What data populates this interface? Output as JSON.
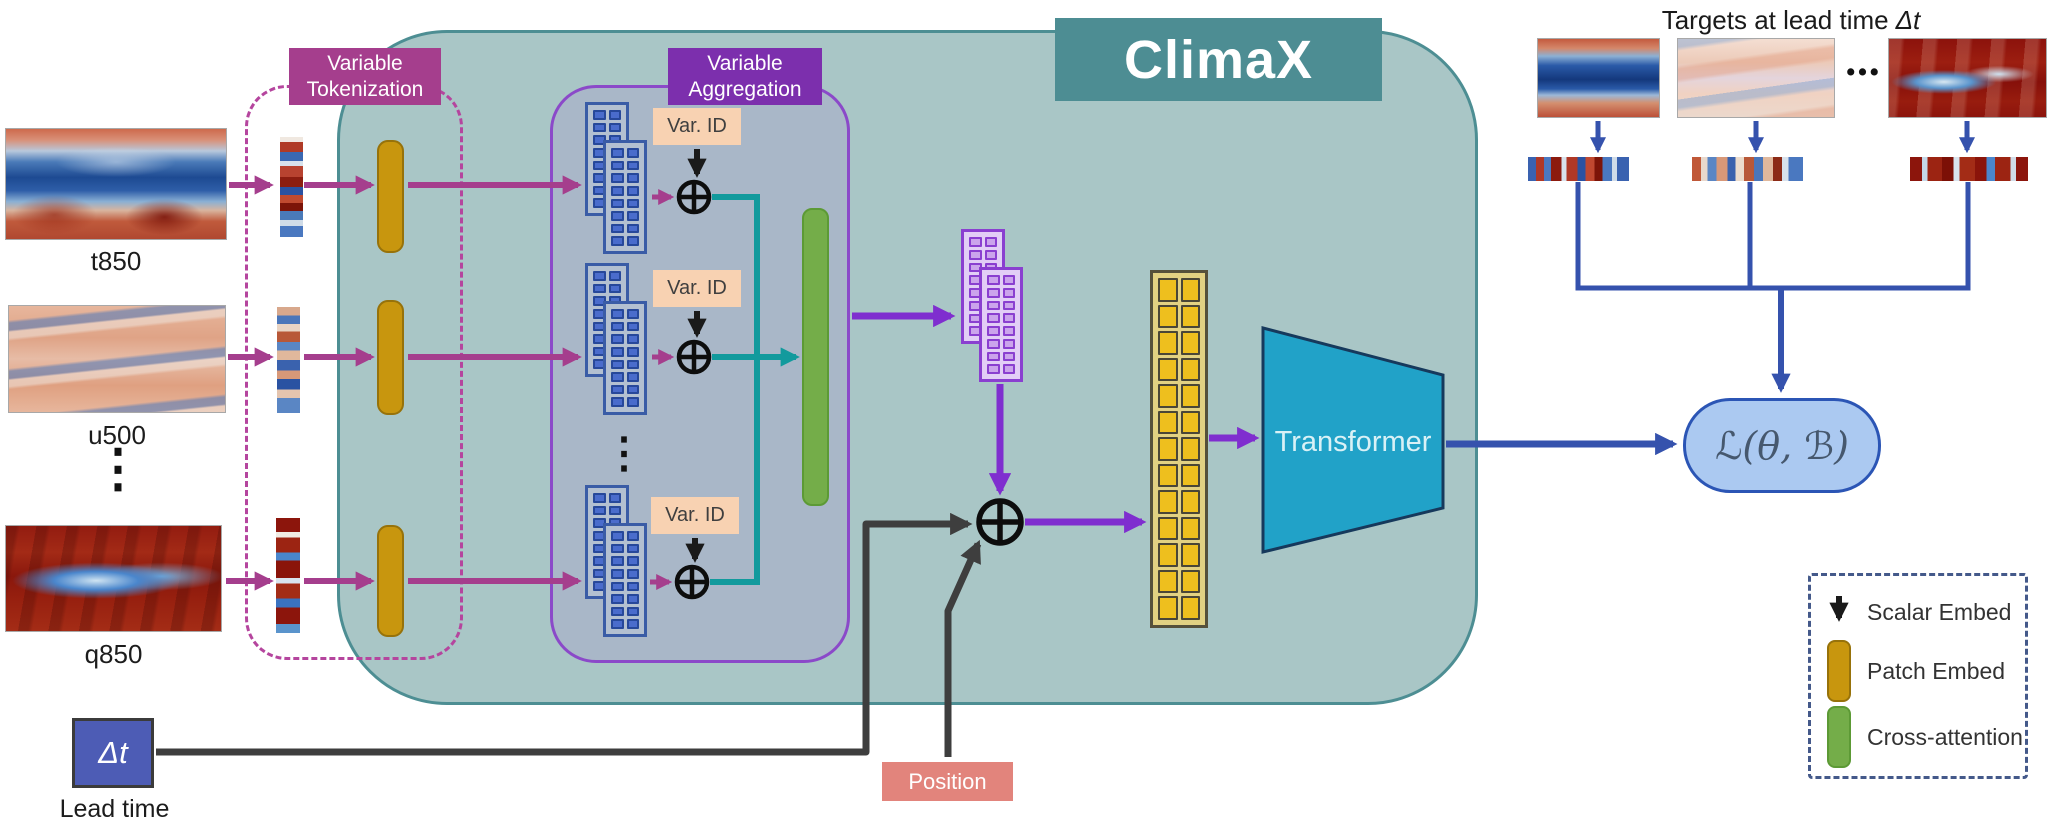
{
  "figure": {
    "title": "ClimaX",
    "inputs": {
      "variables": [
        {
          "label": "t850"
        },
        {
          "label": "u500"
        },
        {
          "label": "q850"
        }
      ],
      "ellipsis": "⋮"
    },
    "tokenization": {
      "label_line1": "Variable",
      "label_line2": "Tokenization"
    },
    "aggregation": {
      "label_line1": "Variable",
      "label_line2": "Aggregation",
      "var_id": "Var. ID",
      "ellipsis": "⋮"
    },
    "transformer_label": "Transformer",
    "loss_label": "ℒ(θ, ℬ)",
    "targets": {
      "title_prefix": "Targets at lead time",
      "title_symbol": "Δt",
      "ellipsis": "•••"
    },
    "lead_time": {
      "symbol": "Δt",
      "label": "Lead time"
    },
    "position_label": "Position",
    "legend": {
      "items": [
        {
          "icon": "scalar-embed-arrow",
          "label": "Scalar Embed"
        },
        {
          "icon": "patch-embed-bar",
          "label": "Patch Embed"
        },
        {
          "icon": "cross-attention-bar",
          "label": "Cross-attention"
        }
      ]
    },
    "colors": {
      "container_fill": "#a9c6c6",
      "container_border": "#4d8e93",
      "title_box": "#4d8d93",
      "magenta_accent": "#a53e8d",
      "purple_accent": "#7f2ecf",
      "aggregation_label": "#7c2fad",
      "teal_line": "#129a9d",
      "cross_attention_green": "#74ad49",
      "patch_embed_gold": "#c8960e",
      "var_id_fill": "#f8d2b2",
      "transformer_fill": "#21a2c8",
      "blue_arrow": "#3552ad",
      "loss_fill": "#abc9f1",
      "lead_time_fill": "#4d5cb5",
      "position_fill": "#e2847c"
    }
  }
}
